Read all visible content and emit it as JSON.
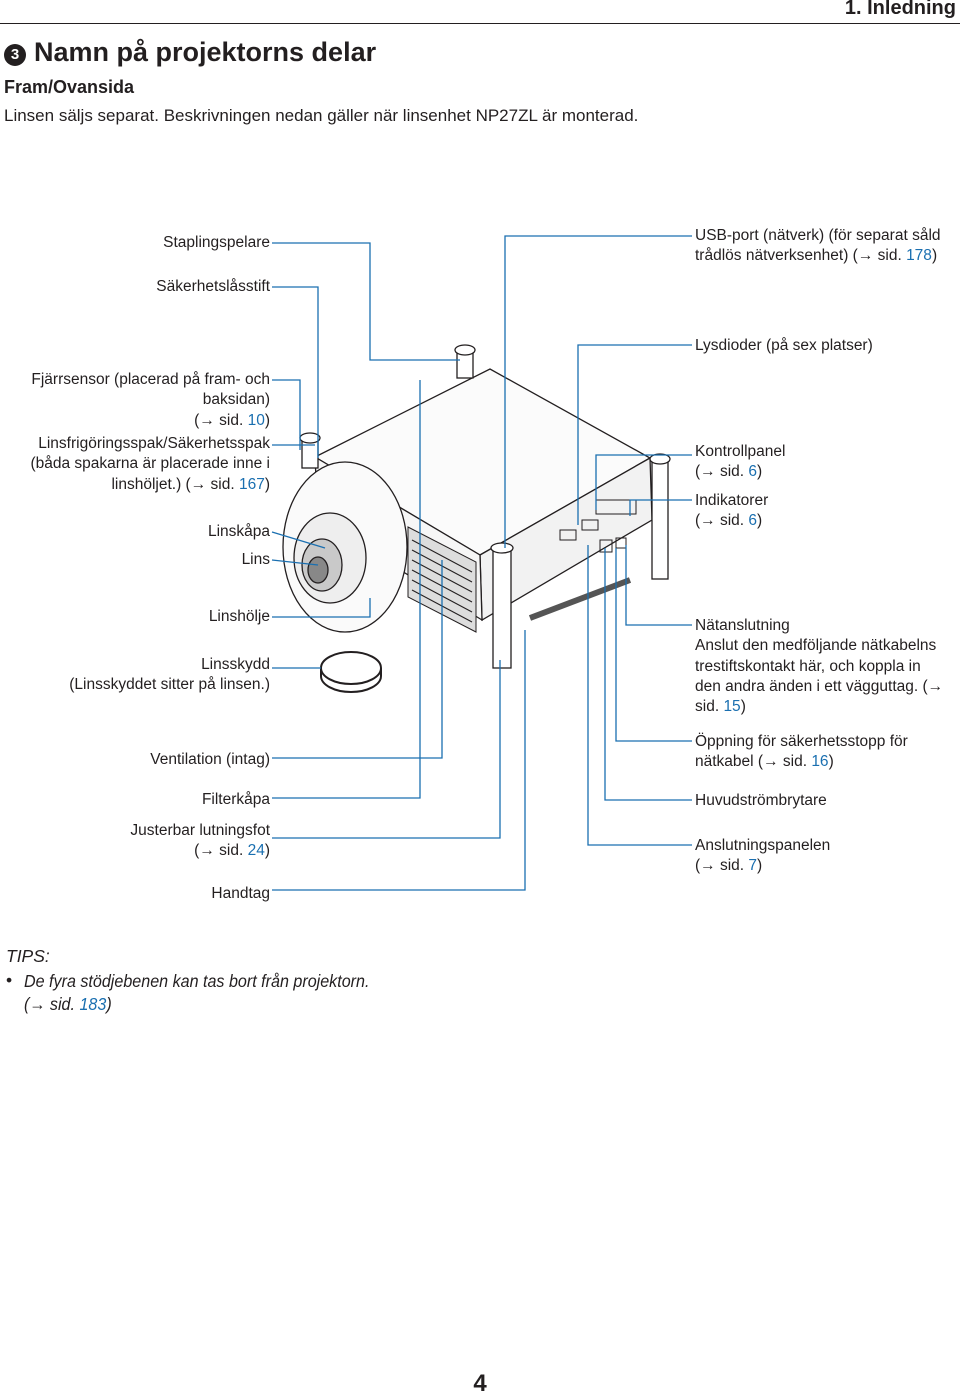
{
  "header": {
    "chapter": "1. Inledning",
    "section_number": "3",
    "section_title": "Namn på projektorns delar",
    "subtitle": "Fram/Ovansida",
    "intro": "Linsen säljs separat. Beskrivningen nedan gäller när linsenhet NP27ZL är monterad."
  },
  "labels_left": {
    "stacking": "Staplingspelare",
    "security_pin": "Säkerhetslåsstift",
    "remote_1": "Fjärrsensor (placerad på fram- och",
    "remote_2": "baksidan)",
    "remote_3a": "(→ sid. ",
    "remote_3b": "10",
    "remote_3c": ")",
    "lever_1": "Linsfrigöringsspak/Säkerhetsspak",
    "lever_2": "(båda spakarna är placerade inne i",
    "lever_3a": "linshöljet.) (→ sid. ",
    "lever_3b": "167",
    "lever_3c": ")",
    "lens_cap": "Linskåpa",
    "lens": "Lins",
    "lens_housing": "Linshölje",
    "lens_guard_1": "Linsskydd",
    "lens_guard_2": "(Linsskyddet sitter på linsen.)",
    "vent": "Ventilation (intag)",
    "filter": "Filterkåpa",
    "foot_1": "Justerbar lutningsfot",
    "foot_2a": "(→ sid. ",
    "foot_2b": "24",
    "foot_2c": ")",
    "handle": "Handtag"
  },
  "labels_right": {
    "usb_1": "USB-port (nätverk) (för separat såld",
    "usb_2a": "trådlös nätverksenhet) (→ sid. ",
    "usb_2b": "178",
    "usb_2c": ")",
    "leds": "Lysdioder (på sex platser)",
    "control_1": "Kontrollpanel",
    "control_2a": "(→ sid. ",
    "control_2b": "6",
    "control_2c": ")",
    "indicators_1": "Indikatorer",
    "indicators_2a": "(→ sid. ",
    "indicators_2b": "6",
    "indicators_2c": ")",
    "power_title": "Nätanslutning",
    "power_1": "Anslut den medföljande nätkabelns",
    "power_2": "trestiftskontakt här, och koppla in",
    "power_3": "den andra änden i ett vägguttag. (→",
    "power_4a": "sid. ",
    "power_4b": "15",
    "power_4c": ")",
    "theft_1": "Öppning för säkerhetsstopp för",
    "theft_2a": "nätkabel (→ sid. ",
    "theft_2b": "16",
    "theft_2c": ")",
    "main_switch": "Huvudströmbrytare",
    "terminal_1": "Anslutningspanelen",
    "terminal_2a": "(→ sid. ",
    "terminal_2b": "7",
    "terminal_2c": ")"
  },
  "tips": {
    "heading": "TIPS:",
    "bullet": "•",
    "line_1": "De fyra stödjebenen kan tas bort från projektorn.",
    "line_2a": "(→ sid. ",
    "line_2b": "183",
    "line_2c": ")"
  },
  "page_number": "4",
  "colors": {
    "text": "#231f20",
    "link": "#1a6fb0"
  }
}
